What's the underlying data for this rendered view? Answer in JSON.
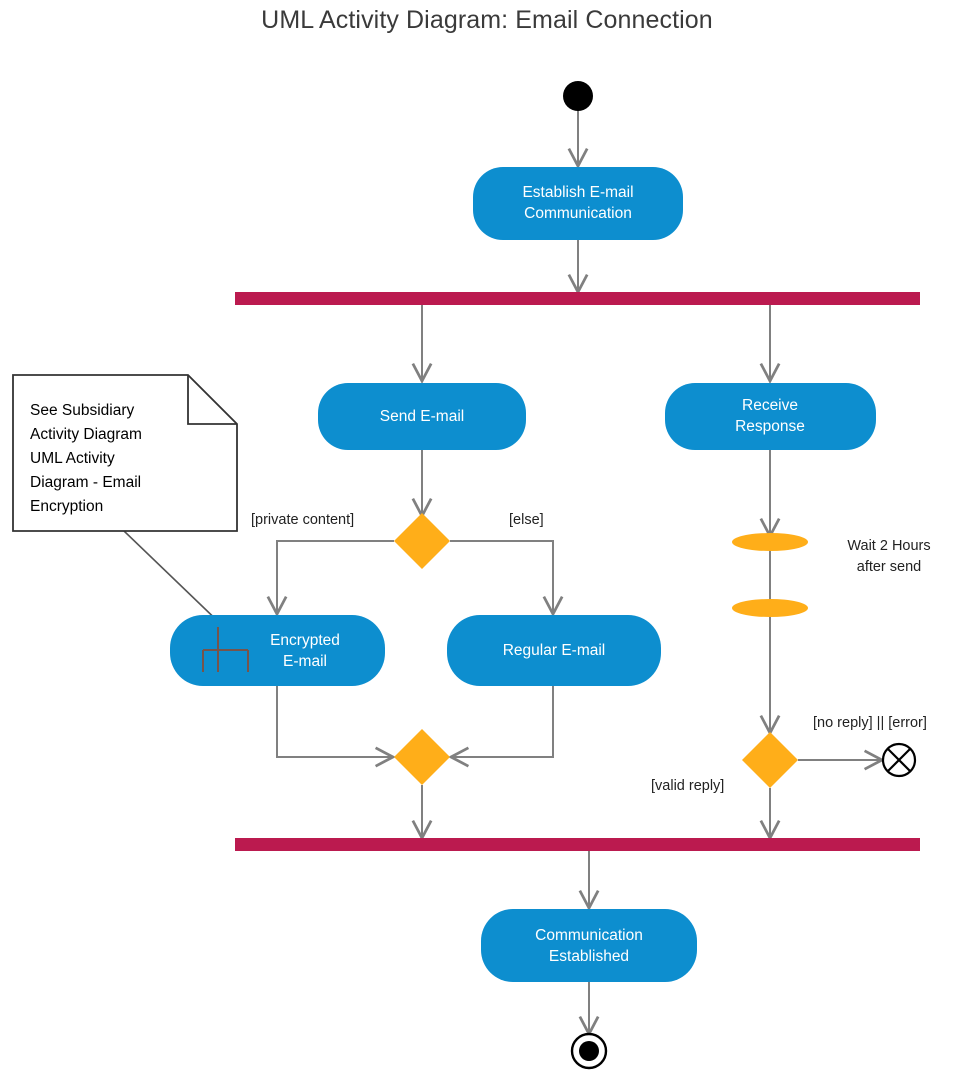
{
  "diagram": {
    "title": "UML Activity Diagram: Email Connection",
    "type": "uml-activity-diagram"
  },
  "colors": {
    "activity_fill": "#0d8ecf",
    "activity_text": "#ffffff",
    "bar_fill": "#bb1a4f",
    "decision_fill": "#ffae19",
    "signal_fill": "#ffae19",
    "edge_stroke": "#808080",
    "node_stroke": "#000000",
    "title_text": "#3a3a3a",
    "background": "#ffffff"
  },
  "nodes": {
    "initial": {
      "kind": "initial-node",
      "label": ""
    },
    "establish": {
      "kind": "activity",
      "label_line1": "Establish E-mail",
      "label_line2": "Communication"
    },
    "fork_top": {
      "kind": "fork-bar",
      "label": ""
    },
    "send_email": {
      "kind": "activity",
      "label_line1": "Send E-mail",
      "label_line2": ""
    },
    "receive_response": {
      "kind": "activity",
      "label_line1": "Receive",
      "label_line2": "Response"
    },
    "decision_content": {
      "kind": "decision",
      "label": ""
    },
    "encrypted_email": {
      "kind": "activity-with-subdiagram",
      "label_line1": "Encrypted",
      "label_line2": "E-mail"
    },
    "regular_email": {
      "kind": "activity",
      "label_line1": "Regular E-mail",
      "label_line2": ""
    },
    "merge_email": {
      "kind": "merge",
      "label": ""
    },
    "timer_one": {
      "kind": "accept-time-event",
      "label": ""
    },
    "timer_two": {
      "kind": "accept-time-event",
      "label": ""
    },
    "decision_reply": {
      "kind": "decision",
      "label": ""
    },
    "flow_final": {
      "kind": "flow-final-node",
      "label": ""
    },
    "join_bottom": {
      "kind": "join-bar",
      "label": ""
    },
    "communication_established": {
      "kind": "activity",
      "label_line1": "Communication",
      "label_line2": "Established"
    },
    "activity_final": {
      "kind": "activity-final-node",
      "label": ""
    }
  },
  "guards": {
    "private_content": "[private content]",
    "else": "[else]",
    "no_reply_or_error": "[no reply]  || [error]",
    "valid_reply": "[valid reply]"
  },
  "annotations": {
    "wait_line1": "Wait 2 Hours",
    "wait_line2": "after send"
  },
  "note": {
    "lines": [
      "See Subsidiary",
      "Activity Diagram",
      "UML Activity",
      "Diagram - Email",
      "Encryption"
    ]
  }
}
